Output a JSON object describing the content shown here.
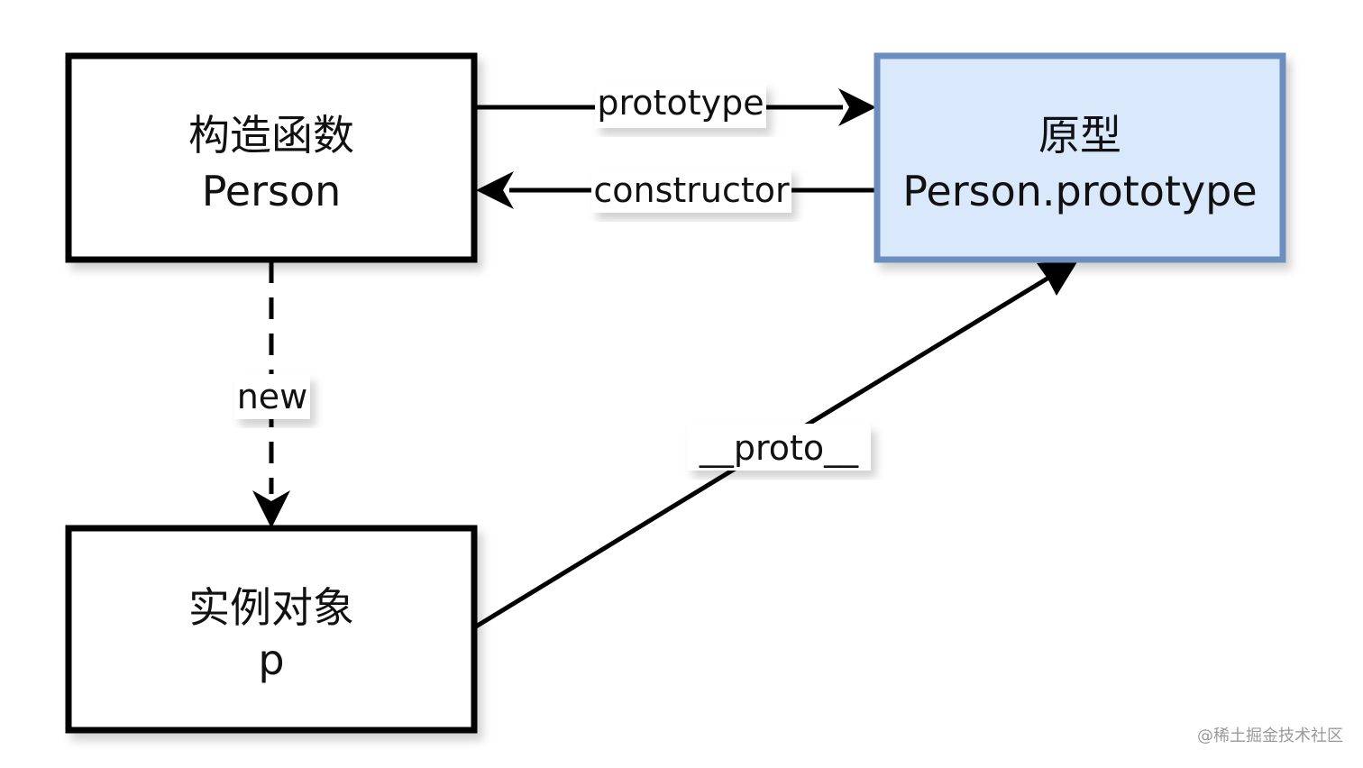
{
  "nodes": {
    "constructor": {
      "line1": "构造函数",
      "line2": "Person",
      "fill": "#ffffff"
    },
    "prototype": {
      "line1": "原型",
      "line2": "Person.prototype",
      "fill": "#dae8fc",
      "stroke": "#6c8ebf"
    },
    "instance": {
      "line1": "实例对象",
      "line2": "p",
      "fill": "#ffffff"
    }
  },
  "edges": {
    "prototype": {
      "label": "prototype"
    },
    "constructor": {
      "label": "constructor"
    },
    "new": {
      "label": "new"
    },
    "proto": {
      "label": "__proto__"
    }
  },
  "watermark": "@稀土掘金技术社区"
}
